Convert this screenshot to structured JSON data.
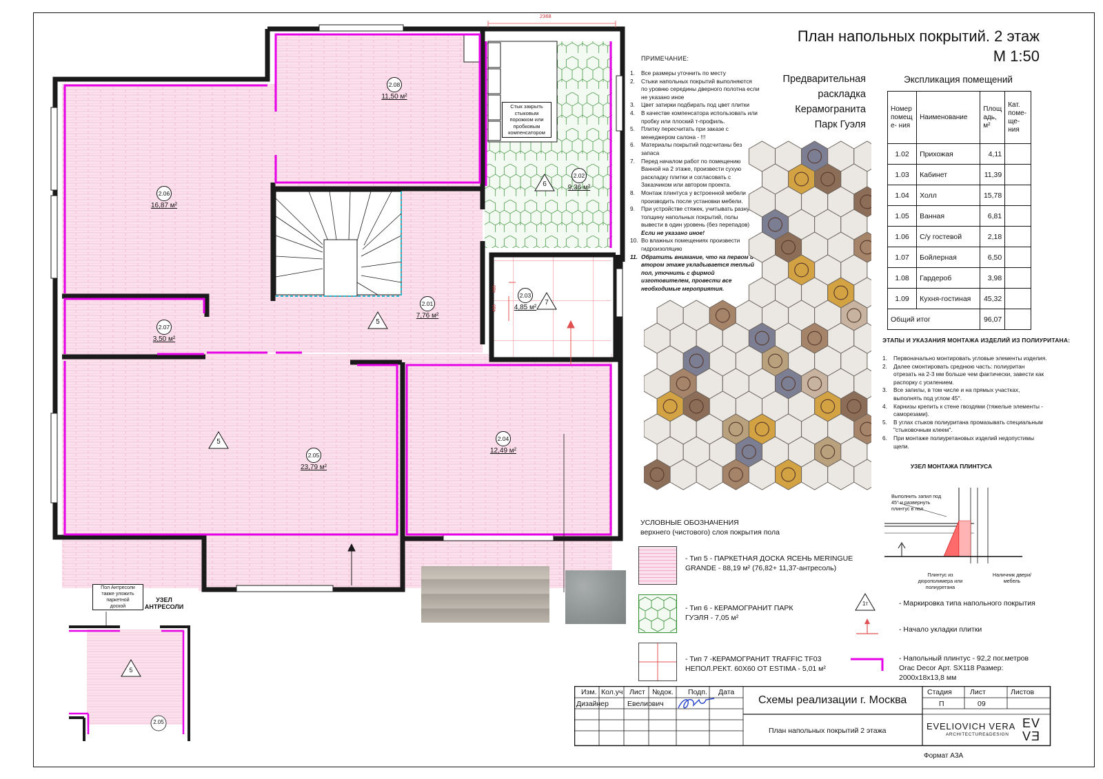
{
  "title": "План напольных покрытий. 2 этаж",
  "scale": "М 1:50",
  "dimension_label": "2368",
  "notes": {
    "heading": "ПРИМЕЧАНИЕ:",
    "items": [
      {
        "num": "1.",
        "text": "Все размеры уточнить по месту"
      },
      {
        "num": "2.",
        "text": "Стыки напольных покрытий выполняются по уровню середины дверного полотна если не указано иное"
      },
      {
        "num": "3.",
        "text": "Цвет затирки подбирать под цвет плитки"
      },
      {
        "num": "4.",
        "text": "В качестве компенсатора использовать или пробку или плоский т-профиль."
      },
      {
        "num": "5.",
        "text": "Плитку пересчитать при заказе с менеджером салона - !!!"
      },
      {
        "num": "6.",
        "text": "Материалы покрытий подсчитаны без запаса"
      },
      {
        "num": "7.",
        "text": "Перед началом работ по помещению Ванной на 2 этаже, произвести сухую раскладку плитки и согласовать с Заказчиком или автором проекта."
      },
      {
        "num": "8.",
        "text": "Монтаж плинтуса у встроенной мебели производить после установки мебели."
      },
      {
        "num": "9.",
        "text": "При устройстве стяжек, учитывать разную толщину напольных покрытий, полы вывести в один уровень (без перепадов)"
      },
      {
        "num": "",
        "text": "Если не указано иное!"
      },
      {
        "num": "10.",
        "text": "Во влажных помещениях произвести гидроизоляцию"
      },
      {
        "num": "11.",
        "text": "Обратить внимание, что на первом и втором этаже укладывается теплый пол, уточнить с фирмой изготовителем, провести все необходимые мероприятия."
      }
    ]
  },
  "layout": {
    "line1": "Предварительная",
    "line2": "раскладка",
    "line3": "Керамогранита",
    "line4": "Парк Гуэля"
  },
  "explication": {
    "title": "Экспликация помещений",
    "headers": [
      "Номер помещ е- ния",
      "Наименование",
      "Площ адь, м²",
      "Кат. поме- ще- ния"
    ],
    "rows": [
      {
        "num": "1.02",
        "name": "Прихожая",
        "area": "4,11"
      },
      {
        "num": "1.03",
        "name": "Кабинет",
        "area": "11,39"
      },
      {
        "num": "1.04",
        "name": "Холл",
        "area": "15,78"
      },
      {
        "num": "1.05",
        "name": "Ванная",
        "area": "6,81"
      },
      {
        "num": "1.06",
        "name": "С/у гостевой",
        "area": "2,18"
      },
      {
        "num": "1.07",
        "name": "Бойлерная",
        "area": "6,50"
      },
      {
        "num": "1.08",
        "name": "Гардероб",
        "area": "3,98"
      },
      {
        "num": "1.09",
        "name": "Кухня-гостиная",
        "area": "45,32"
      }
    ],
    "total_label": "Общий итог",
    "total_value": "96,07"
  },
  "stages": {
    "heading": "ЭТАПЫ И УКАЗАНИЯ МОНТАЖА ИЗДЕЛИЙ ИЗ ПОЛИУРИТАНА:",
    "items": [
      {
        "num": "1.",
        "text": "Первоначально монтировать угловые элементы изделия."
      },
      {
        "num": "2.",
        "text": "Далее смонтировать среднюю часть: полиуритан отрезать на 2-3 мм больше чем фактически, завести как распорку с усилением."
      },
      {
        "num": "3.",
        "text": "Все запилы, в том числе и на прямых участках, выполнять под углом 45°."
      },
      {
        "num": "4.",
        "text": "Карнизы крепить к стене гвоздями (тяжелые элементы - саморезами)."
      },
      {
        "num": "5.",
        "text": "В углах стыков полиуритана промазывать специальным \"стыковочным клеем\"."
      },
      {
        "num": "6.",
        "text": "При монтаже полиуретановых изделий недопустимы щели."
      }
    ]
  },
  "plinth_node": {
    "title": "УЗЕЛ МОНТАЖА ПЛИНТУСА",
    "note1": "Выполнить запил под 45° и развернуть плинтус в пол",
    "note2": "Плинтус из дюрополимера или полиуретана",
    "note3": "Наличник двери/мебель"
  },
  "legend": {
    "heading1": "УСЛОВНЫЕ ОБОЗНАЧЕНИЯ",
    "heading2": "верхнего (чистового) слоя покрытия пола",
    "type5_line1": "- Тип 5 -  ПАРКЕТНАЯ ДОСКА ЯСЕНЬ MERINGUE",
    "type5_line2": "GRANDE - 88,19 м² (76,82+ 11,37-антресоль)",
    "type6_line1": "- Тип 6 - КЕРАМОГРАНИТ ПАРК",
    "type6_line2": "ГУЭЛЯ - 7,05 м²",
    "type7_line1": "- Тип 7 -КЕРАМОГРАНИТ TRAFFIC TF03",
    "type7_line2": "НЕПОЛ.РЕКТ. 60Х60 ОТ ESTIMA - 5,01 м²",
    "marker_symbol": "1т",
    "marker_text": "- Маркировка типа напольного покрытия",
    "start_text": "- Начало укладки плитки",
    "plinth_line1": "- Напольный плинтус - 92,2 пог.метров",
    "plinth_line2": "Orac Decor Арт. SX118 Размер:",
    "plinth_line3": "2000х18х13,8 мм"
  },
  "rooms": [
    {
      "id": "2.08",
      "area": "11,50 м²"
    },
    {
      "id": "2.06",
      "area": "16,87 м²"
    },
    {
      "id": "2.07",
      "area": "3,50 м²"
    },
    {
      "id": "2.01",
      "area": "7,76 м²"
    },
    {
      "id": "2.02",
      "area": "9,36 м²"
    },
    {
      "id": "2.03",
      "area": "4,85 м²"
    },
    {
      "id": "2.05",
      "area": "23,79 м²"
    },
    {
      "id": "2.04",
      "area": "12,49 м²"
    }
  ],
  "type_markers": {
    "t5": "5",
    "t6": "6",
    "t7": "7"
  },
  "plan_note": {
    "line1": "Стык закрыть",
    "line2": "стыковым",
    "line3": "порожком или",
    "line4": "пробковым",
    "line5": "компенсатором"
  },
  "small_dims": {
    "a": "400",
    "b": "400"
  },
  "mezzanine": {
    "title_line1": "УЗЕЛ",
    "title_line2": "АНТРЕСОЛИ",
    "note_line1": "Пол Антресоли",
    "note_line2": "также уложить",
    "note_line3": "паркетной",
    "note_line4": "доской",
    "marker": "5",
    "room": "2.05"
  },
  "title_block": {
    "h_izm": "Изм.",
    "h_kol": "Кол.уч",
    "h_list": "Лист",
    "h_doc": "№док.",
    "h_podp": "Подп.",
    "h_date": "Дата",
    "role": "Дизайнер",
    "name": "Евелиович",
    "project": "Схемы реализации г. Москва",
    "h_stage": "Стадия",
    "h_sheet": "Лист",
    "h_sheets": "Листов",
    "stage": "П",
    "sheet": "09",
    "drawing": "План напольных покрытий 2 этажа",
    "brand": "EVELIOVICH VERA",
    "brand_sub": "ARCHITECTURE&DESIGN",
    "logo_top": "EV",
    "logo_bottom": "VƎ",
    "format": "Формат А3А"
  },
  "colors": {
    "plinth": "#e600e6",
    "parquet": "#f9dbe8",
    "parquet_line": "#f3a6c6",
    "tile_hex": "#2e8b2e",
    "tile_bg": "#f3faf1",
    "wall": "#1a1a1a",
    "grid7": "#e05050"
  }
}
